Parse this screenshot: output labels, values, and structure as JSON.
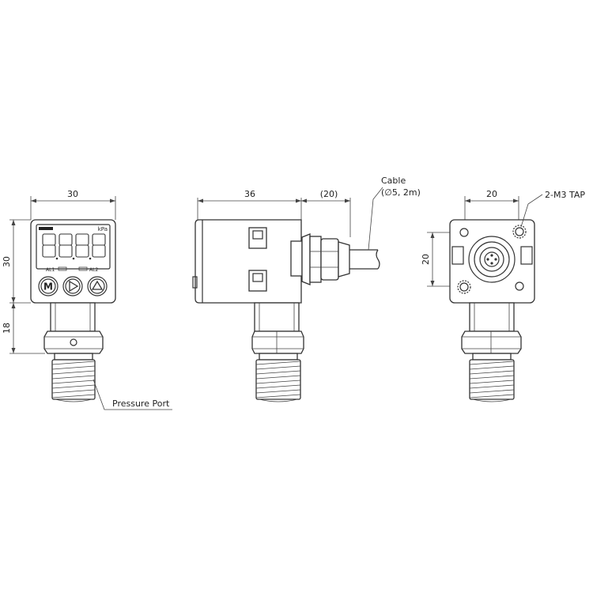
{
  "front_view": {
    "width_dim": "30",
    "height_dim": "30",
    "port_dim": "18",
    "unit_label": "kPa",
    "alarm1_label": "AL1",
    "alarm2_label": "AL2",
    "button_mode_label": "M",
    "pressure_port_label": "Pressure Port"
  },
  "side_view": {
    "width_dim": "36",
    "cable_length_dim": "(20)",
    "cable_label": "Cable",
    "cable_spec": "(∅5, 2m)"
  },
  "rear_view": {
    "width_dim": "20",
    "height_dim": "20",
    "tap_label": "2-M3 TAP"
  }
}
